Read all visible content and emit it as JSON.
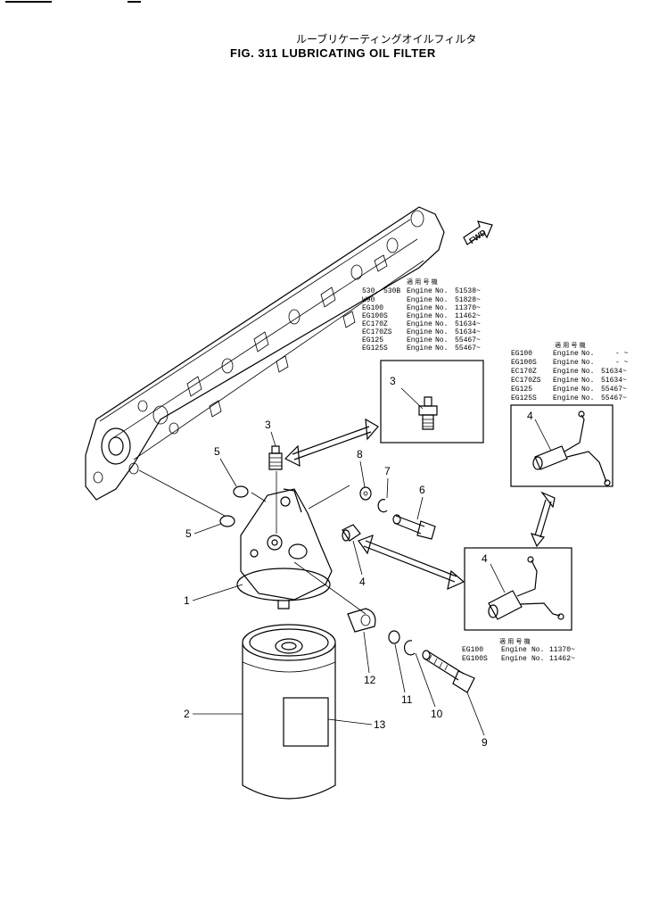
{
  "header": {
    "title_jp": "ルーブリケーティングオイルフィルタ",
    "title": "FIG. 311  LUBRICATING OIL FILTER"
  },
  "fwd_label": "FWD",
  "table_main": {
    "header": "適 用 号 機",
    "rows": [
      {
        "model": "530, 530B",
        "label": "Engine",
        "no": "No.",
        "serial": "51538~"
      },
      {
        "model": "W90",
        "label": "Engine",
        "no": "No.",
        "serial": "51828~"
      },
      {
        "model": "EG100",
        "label": "Engine",
        "no": "No.",
        "serial": "11370~"
      },
      {
        "model": "EG100S",
        "label": "Engine",
        "no": "No.",
        "serial": "11462~"
      },
      {
        "model": "EC170Z",
        "label": "Engine",
        "no": "No.",
        "serial": "51634~"
      },
      {
        "model": "EC170ZS",
        "label": "Engine",
        "no": "No.",
        "serial": "51634~"
      },
      {
        "model": "EG125",
        "label": "Engine",
        "no": "No.",
        "serial": "55467~"
      },
      {
        "model": "EG125S",
        "label": "Engine",
        "no": "No.",
        "serial": "55467~"
      }
    ]
  },
  "table_right": {
    "header": "適 用 号 機",
    "rows": [
      {
        "model": "EG100",
        "label": "Engine",
        "no": "No.",
        "serial": "-  ~"
      },
      {
        "model": "EG100S",
        "label": "Engine",
        "no": "No.",
        "serial": "-  ~"
      },
      {
        "model": "EC170Z",
        "label": "Engine",
        "no": "No.",
        "serial": "51634~"
      },
      {
        "model": "EC170ZS",
        "label": "Engine",
        "no": "No.",
        "serial": "51634~"
      },
      {
        "model": "EG125",
        "label": "Engine",
        "no": "No.",
        "serial": "55467~"
      },
      {
        "model": "EG125S",
        "label": "Engine",
        "no": "No.",
        "serial": "55467~"
      }
    ]
  },
  "table_bottom": {
    "header": "適 用 号 機",
    "rows": [
      {
        "model": "EG100",
        "label": "Engine",
        "no": "No.",
        "serial": "11370~"
      },
      {
        "model": "EG100S",
        "label": "Engine",
        "no": "No.",
        "serial": "11462~"
      }
    ]
  },
  "callouts": {
    "c1": "1",
    "c2": "2",
    "c3a": "3",
    "c3b": "3",
    "c4a": "4",
    "c4b": "4",
    "c4c": "4",
    "c5a": "5",
    "c5b": "5",
    "c6": "6",
    "c7": "7",
    "c8": "8",
    "c9": "9",
    "c10": "10",
    "c11": "11",
    "c12": "12",
    "c13": "13"
  }
}
